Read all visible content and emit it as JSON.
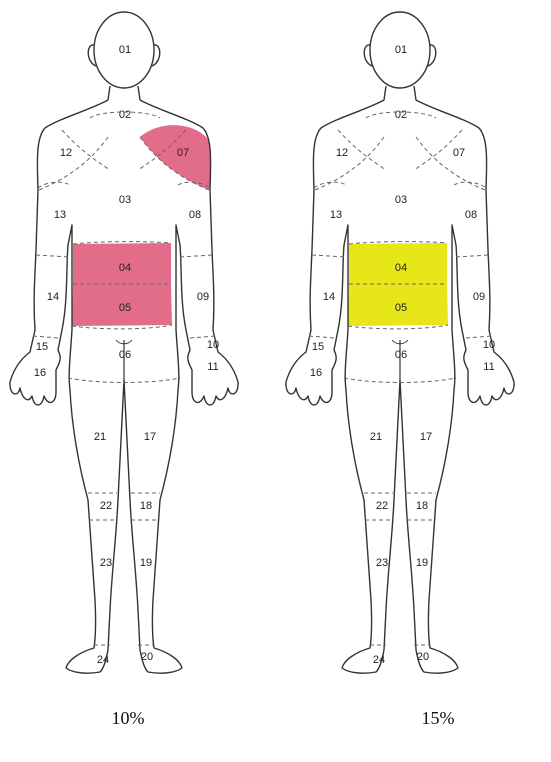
{
  "figures": [
    {
      "caption": "10%",
      "highlight_color": "#e26d8a",
      "highlighted_regions": [
        "04",
        "05",
        "07"
      ]
    },
    {
      "caption": "15%",
      "highlight_color": "#e6e619",
      "highlighted_regions": [
        "04",
        "05"
      ]
    }
  ],
  "region_labels": [
    "01",
    "02",
    "03",
    "04",
    "05",
    "06",
    "07",
    "08",
    "09",
    "10",
    "11",
    "12",
    "13",
    "14",
    "15",
    "16",
    "17",
    "18",
    "19",
    "20",
    "21",
    "22",
    "23",
    "24"
  ]
}
